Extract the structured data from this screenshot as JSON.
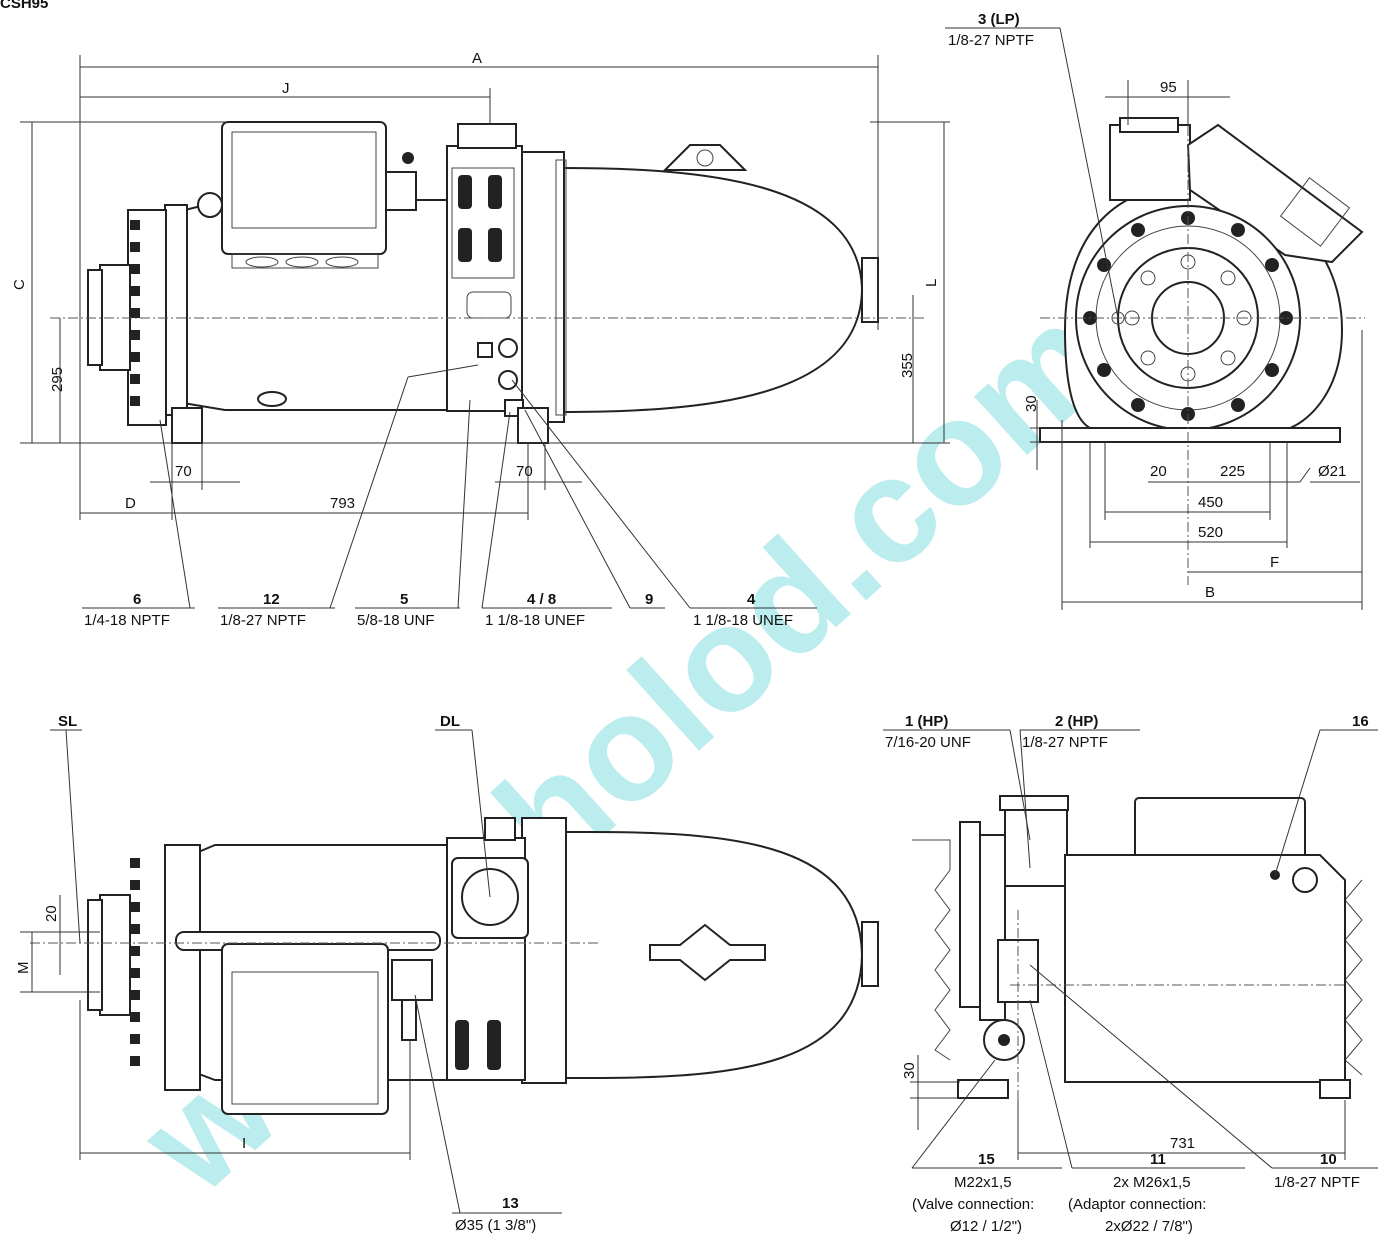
{
  "model": "CSH95",
  "watermark": "www.pholod.com.ua",
  "dims": {
    "A": "A",
    "J": "J",
    "C": "C",
    "L": "L",
    "D": "D",
    "B": "B",
    "F": "F",
    "I": "I",
    "M": "M",
    "v295": "295",
    "v355": "355",
    "v70a": "70",
    "v70b": "70",
    "v793": "793",
    "v95": "95",
    "v30a": "30",
    "v20a": "20",
    "v225": "225",
    "v450": "450",
    "v520": "520",
    "v21": "Ø21",
    "v20b": "20",
    "v30b": "30",
    "v731": "731"
  },
  "callouts": {
    "c6": {
      "num": "6",
      "spec": "1/4-18 NPTF"
    },
    "c12": {
      "num": "12",
      "spec": "1/8-27 NPTF"
    },
    "c5": {
      "num": "5",
      "spec": "5/8-18 UNF"
    },
    "c48": {
      "num": "4 / 8",
      "spec": "1 1/8-18 UNEF"
    },
    "c9": {
      "num": "9"
    },
    "c4": {
      "num": "4",
      "spec": "1 1/8-18 UNEF"
    },
    "c3": {
      "num": "3 (LP)",
      "spec": "1/8-27 NPTF"
    },
    "cSL": {
      "num": "SL"
    },
    "cDL": {
      "num": "DL"
    },
    "c13": {
      "num": "13",
      "spec": "Ø35 (1 3/8\")"
    },
    "c1": {
      "num": "1 (HP)",
      "spec": "7/16-20 UNF"
    },
    "c2": {
      "num": "2 (HP)",
      "spec": "1/8-27 NPTF"
    },
    "c16": {
      "num": "16"
    },
    "c15": {
      "num": "15",
      "spec": "M22x1,5",
      "note1": "(Valve connection:",
      "note2": "Ø12 / 1/2\")"
    },
    "c11": {
      "num": "11",
      "spec": "2x M26x1,5",
      "note1": "(Adaptor connection:",
      "note2": "2xØ22 / 7/8\")"
    },
    "c10": {
      "num": "10",
      "spec": "1/8-27 NPTF"
    }
  }
}
